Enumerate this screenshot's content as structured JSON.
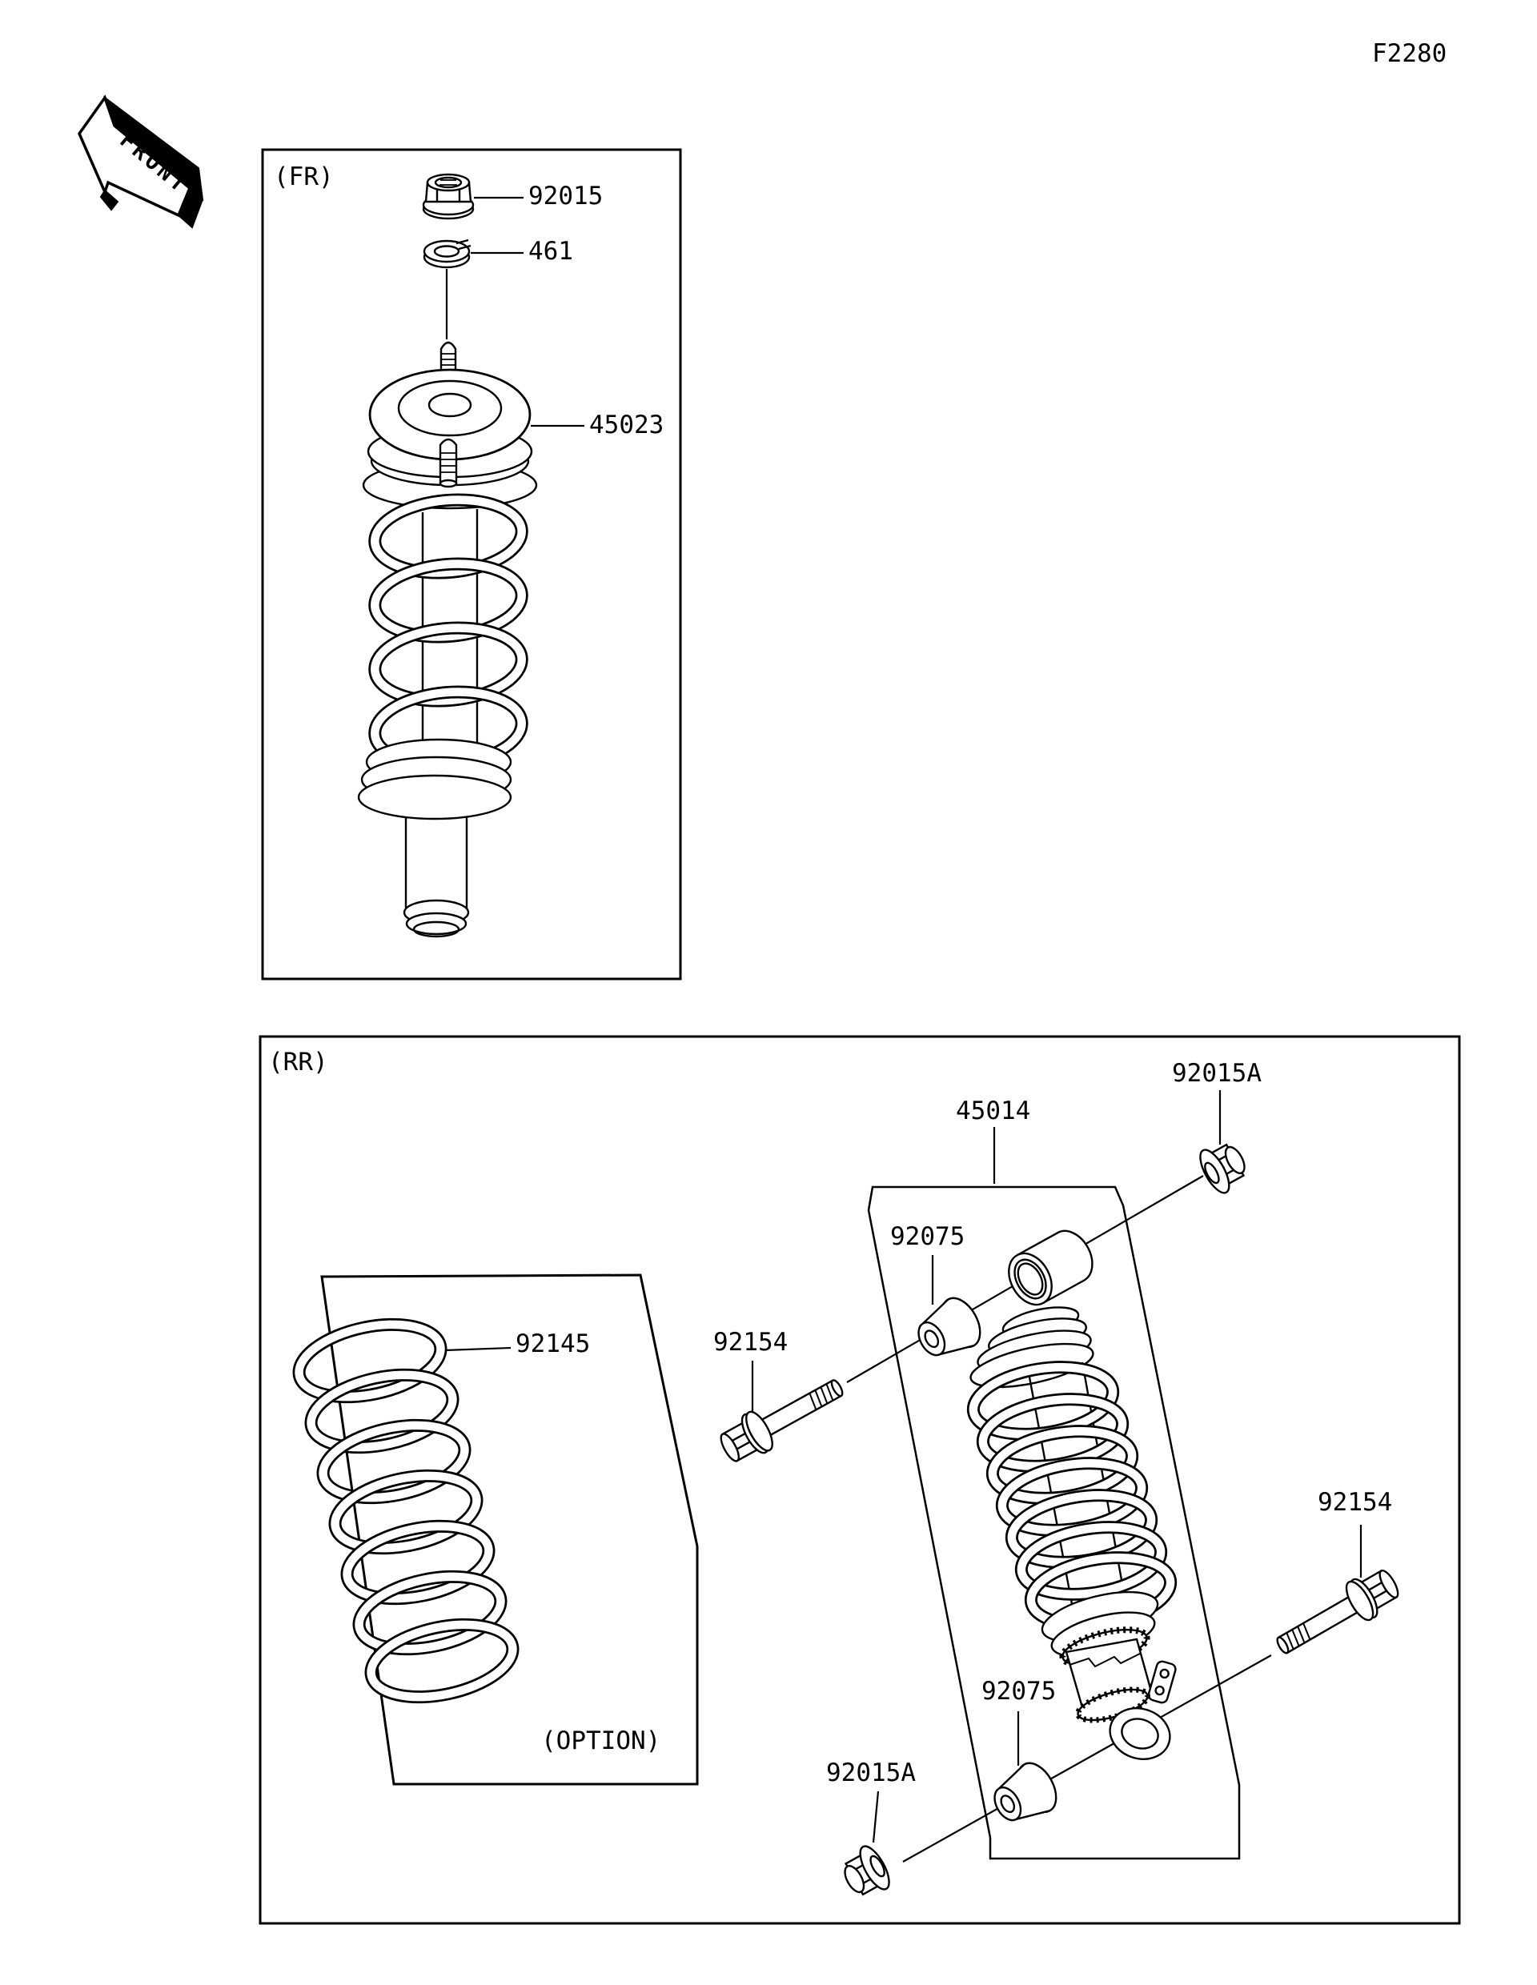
{
  "page": {
    "code": "F2280",
    "background": "#ffffff",
    "line_color": "#000000"
  },
  "front_marker": {
    "label": "FRONT"
  },
  "fr_section": {
    "title": "(FR)",
    "parts": [
      "92015",
      "461",
      "45023"
    ]
  },
  "rr_section": {
    "title": "(RR)",
    "option_label": "(OPTION)",
    "parts": [
      "92015A",
      "45014",
      "92075",
      "92154",
      "92145",
      "92154",
      "92075",
      "92015A"
    ]
  }
}
